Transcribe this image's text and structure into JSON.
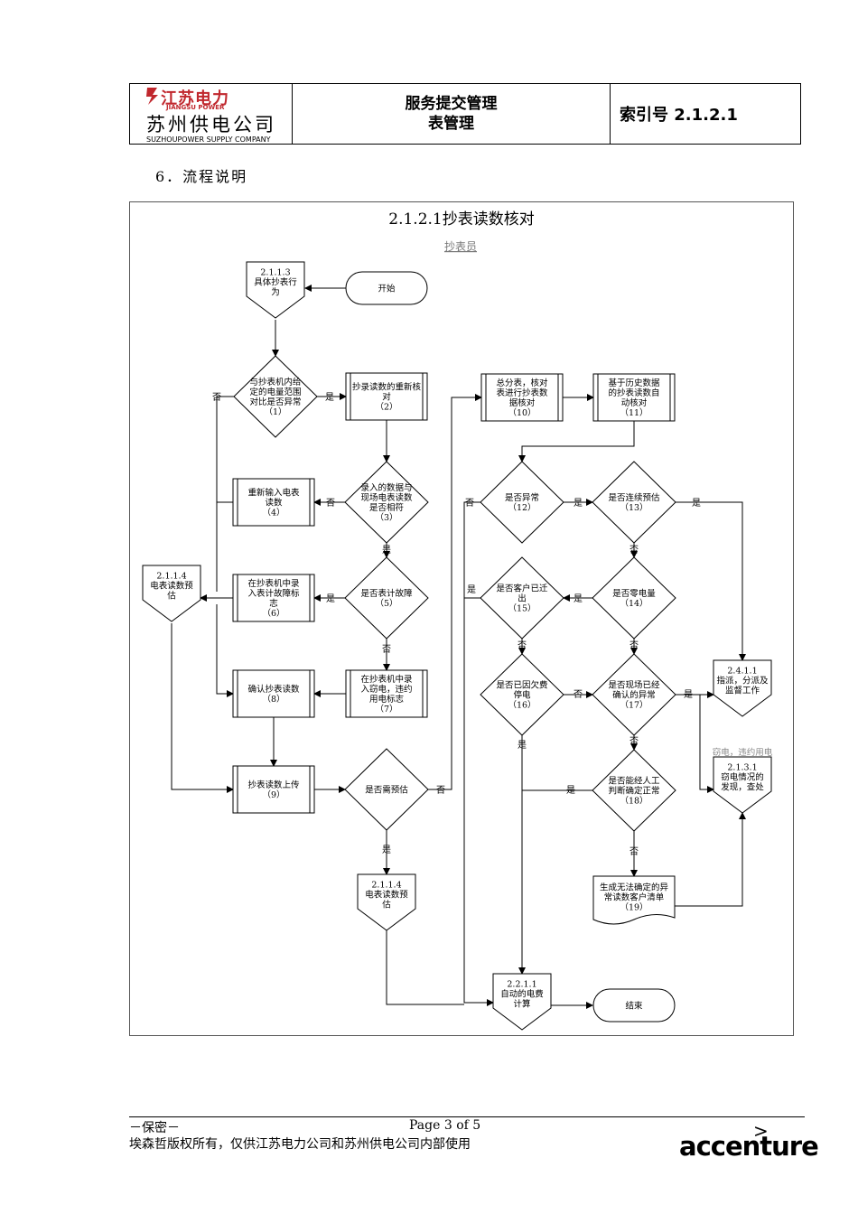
{
  "header": {
    "logo_cn_top": "江苏电力",
    "logo_en_top": "JIANGSU POWER",
    "logo_cn_bottom": "苏州供电公司",
    "logo_en_bottom": "SUZHOUPOWER SUPPLY COMPANY",
    "title_line1": "服务提交管理",
    "title_line2": "表管理",
    "index_label": "索引号 2.1.2.1"
  },
  "section_heading": "6．流程说明",
  "diagram": {
    "title": "2.1.2.1抄表读数核对",
    "lane": "抄表员",
    "nodes": [
      {
        "id": "n213",
        "lines": [
          "2.1.1.3",
          "具体抄表行",
          "为"
        ]
      },
      {
        "id": "start",
        "lines": [
          "开始"
        ]
      },
      {
        "id": "d1",
        "lines": [
          "与抄表机内给",
          "定的电量范围",
          "对比是否异常",
          "（1）"
        ]
      },
      {
        "id": "p2",
        "lines": [
          "抄录读数的重新核",
          "对",
          "（2）"
        ]
      },
      {
        "id": "p4",
        "lines": [
          "重新输入电表",
          "读数",
          "（4）"
        ]
      },
      {
        "id": "d3",
        "lines": [
          "录入的数据与",
          "现场电表读数",
          "是否相符",
          "（3）"
        ]
      },
      {
        "id": "n214a",
        "lines": [
          "2.1.1.4",
          "电表读数预",
          "估"
        ]
      },
      {
        "id": "p6",
        "lines": [
          "在抄表机中录",
          "入表计故障标",
          "志",
          "（6）"
        ]
      },
      {
        "id": "d5",
        "lines": [
          "是否表计故障",
          "（5）"
        ]
      },
      {
        "id": "p8",
        "lines": [
          "确认抄表读数",
          "（8）"
        ]
      },
      {
        "id": "p7",
        "lines": [
          "在抄表机中录",
          "入窃电，违约",
          "用电标志",
          "（7）"
        ]
      },
      {
        "id": "p9",
        "lines": [
          "抄表读数上传",
          "（9）"
        ]
      },
      {
        "id": "d_est",
        "lines": [
          "是否需预估"
        ]
      },
      {
        "id": "n214b",
        "lines": [
          "2.1.1.4",
          "电表读数预",
          "估"
        ]
      },
      {
        "id": "p10",
        "lines": [
          "总分表，核对",
          "表进行抄表数",
          "据核对",
          "（10）"
        ]
      },
      {
        "id": "p11",
        "lines": [
          "基于历史数据",
          "的抄表读数自",
          "动核对",
          "（11）"
        ]
      },
      {
        "id": "d12",
        "lines": [
          "是否异常",
          "（12）"
        ]
      },
      {
        "id": "d13",
        "lines": [
          "是否连续预估",
          "（13）"
        ]
      },
      {
        "id": "d15",
        "lines": [
          "是否客户已迁",
          "出",
          "（15）"
        ]
      },
      {
        "id": "d14",
        "lines": [
          "是否零电量",
          "（14）"
        ]
      },
      {
        "id": "d16",
        "lines": [
          "是否已因欠费",
          "停电",
          "（16）"
        ]
      },
      {
        "id": "d17",
        "lines": [
          "是否现场已经",
          "确认的异常",
          "（17）"
        ]
      },
      {
        "id": "n2411",
        "lines": [
          "2.4.1.1",
          "指派，分派及",
          "监督工作"
        ]
      },
      {
        "id": "n2131",
        "lines": [
          "2.1.3.1",
          "窃电情况的",
          "发现，查处"
        ]
      },
      {
        "id": "d18",
        "lines": [
          "是否能经人工",
          "判断确定正常",
          "（18）"
        ]
      },
      {
        "id": "p19",
        "lines": [
          "生成无法确定的异",
          "常读数客户清单",
          "（19）"
        ]
      },
      {
        "id": "n2211",
        "lines": [
          "2.2.1.1",
          "自动的电费",
          "计算"
        ]
      },
      {
        "id": "end",
        "lines": [
          "结束"
        ]
      }
    ],
    "edge_labels": {
      "yes": "是",
      "no": "否",
      "theft": "窃电，违约用电"
    }
  },
  "footer": {
    "confidential": "－保密－",
    "page": "Page 3 of 5",
    "copyright": "埃森哲版权所有，仅供江苏电力公司和苏州供电公司内部使用",
    "brand": "accenture",
    "brand_mark": ">"
  }
}
